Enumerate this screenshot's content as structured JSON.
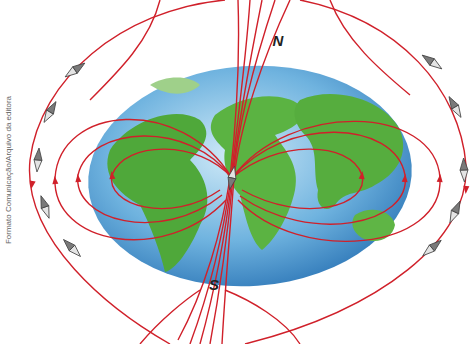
{
  "diagram": {
    "labels": [
      "N",
      "S",
      "Formato Comunicação/Arquivo da editora"
    ]
  }
}
